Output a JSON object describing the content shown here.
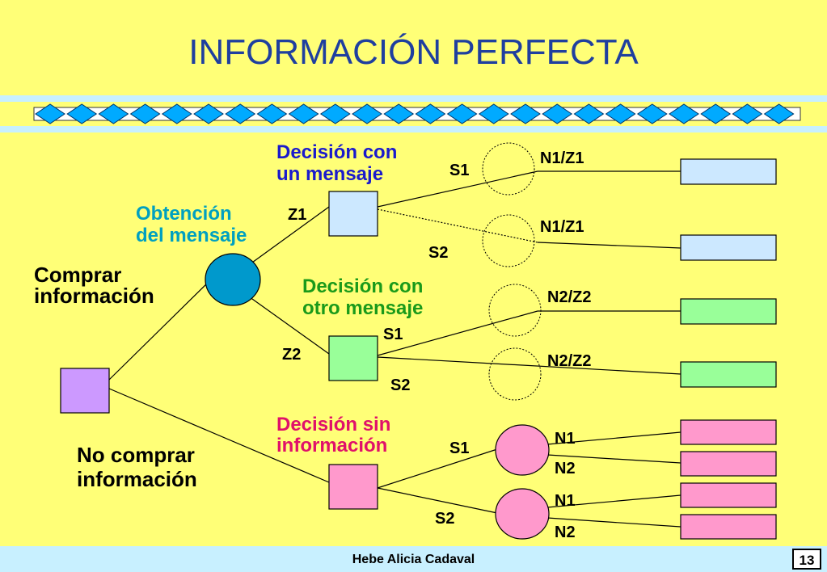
{
  "title": "INFORMACIÓN PERFECTA",
  "labels": {
    "comprar": [
      "Comprar",
      "información"
    ],
    "no_comprar": [
      "No comprar",
      "información"
    ],
    "obtencion": [
      "Obtención",
      "del mensaje"
    ],
    "decision_un": [
      "Decisión con",
      "un mensaje"
    ],
    "decision_otro": [
      "Decisión con",
      "otro mensaje"
    ],
    "decision_sin": [
      "Decisión sin",
      "información"
    ]
  },
  "branches": {
    "z1": "Z1",
    "z2": "Z2",
    "s1_top": "S1",
    "s2_top": "S2",
    "s1_mid": "S1",
    "s2_mid": "S2",
    "s1_bot": "S1",
    "s2_bot": "S2",
    "n1z1_a": "N1/Z1",
    "n1z1_b": "N1/Z1",
    "n2z2_a": "N2/Z2",
    "n2z2_b": "N2/Z2",
    "n1_a": "N1",
    "n2_a": "N2",
    "n1_b": "N1",
    "n2_b": "N2"
  },
  "colors": {
    "background": "#ffff77",
    "title": "#1f3f9f",
    "band": "#c8f0ff",
    "diamond": "#00aaff",
    "root_node": "#cc99ff",
    "chance_node": "#0099cc",
    "decision_z1": "#cce8ff",
    "decision_z2": "#99ff99",
    "decision_none": "#ff99cc",
    "label_blue": "#1a1acc",
    "label_cyan": "#00a0c0",
    "label_green": "#1a9a1a",
    "label_pink": "#e0106a"
  },
  "footer": {
    "author": "Hebe Alicia Cadaval",
    "page": "13"
  }
}
